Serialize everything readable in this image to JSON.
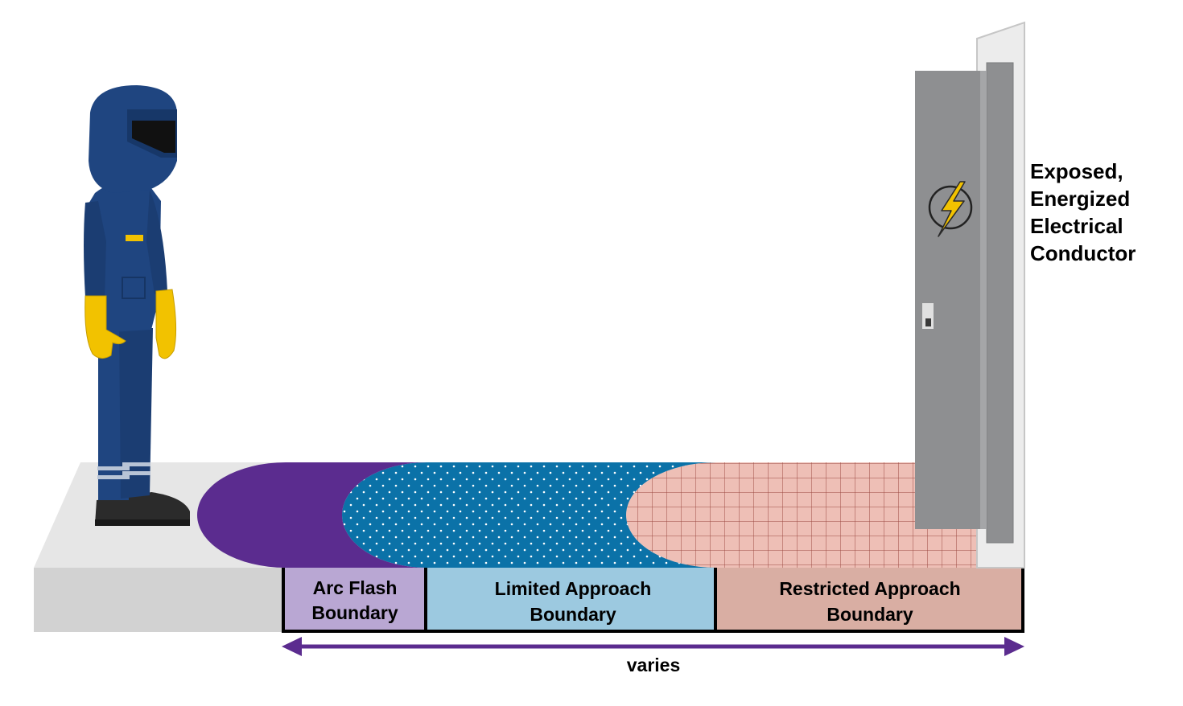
{
  "conductor_label": {
    "line1": "Exposed,",
    "line2": "Energized",
    "line3": "Electrical",
    "line4": "Conductor"
  },
  "boundaries": [
    {
      "line1": "Arc Flash",
      "line2": "Boundary",
      "color": "#b9a7d3",
      "zone_color": "#5b2c8f"
    },
    {
      "line1": "Limited Approach",
      "line2": "Boundary",
      "color": "#9cc9e0",
      "zone_color": "#0b72a8"
    },
    {
      "line1": "Restricted Approach",
      "line2": "Boundary",
      "color": "#d9aea3",
      "zone_color": "#eebfb6"
    }
  ],
  "distance_label": "varies",
  "colors": {
    "arrow": "#5b2c8f",
    "floor_top": "#e6e6e6",
    "floor_front": "#d2d2d2",
    "suit": "#1f4580",
    "glove": "#f2c200",
    "cabinet": "#8e8f91",
    "bolt": "#f2c200"
  },
  "icons": [
    "arc-flash-suit-figure",
    "electrical-cabinet",
    "lightning-bolt-icon"
  ]
}
